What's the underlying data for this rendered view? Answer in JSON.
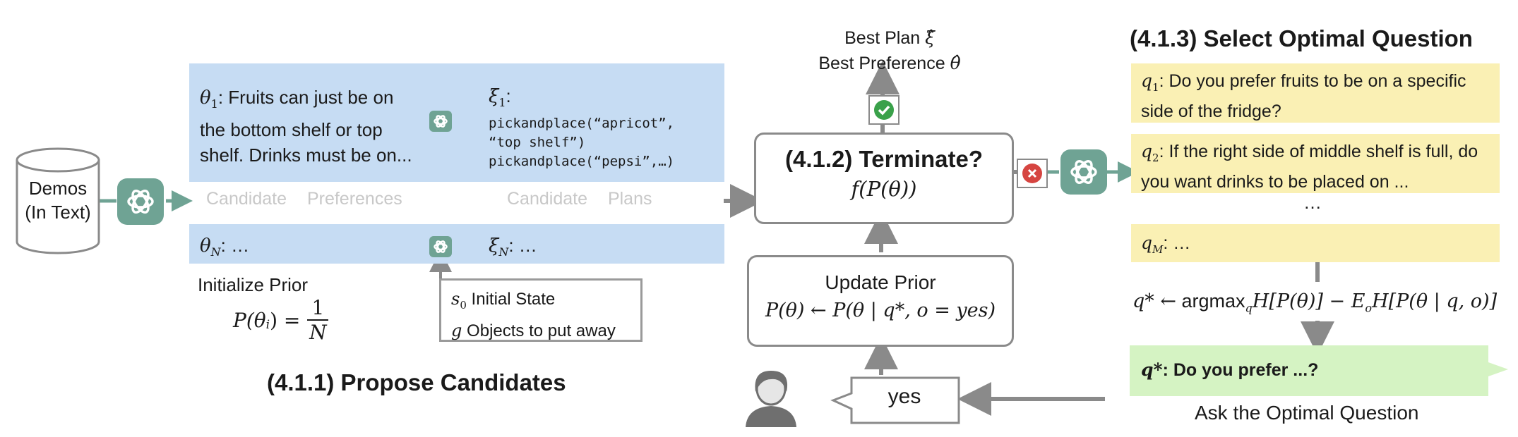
{
  "demos": {
    "line1": "Demos",
    "line2": "(In Text)"
  },
  "candidates": {
    "theta1_sym": "θ",
    "theta1_sub": "1",
    "theta1_text": ": Fruits can just be on the bottom shelf or top shelf. Drinks must be on...",
    "xi1_sym": "ξ",
    "xi1_sub": "1",
    "xi1_colon": ":",
    "code1": "pickandplace(“apricot”,",
    "code2": "“top shelf”)",
    "code3": "pickandplace(“pepsi”,…)",
    "label_candidate1": "Candidate",
    "label_preferences": "Preferences",
    "label_candidate2": "Candidate",
    "label_plans": "Plans",
    "thetaN_sym": "θ",
    "thetaN_sub": "N",
    "thetaN_text": ": …",
    "xiN_sym": "ξ",
    "xiN_sub": "N",
    "xiN_text": ": …",
    "init_prior": "Initialize Prior",
    "prior_lhs": "P(θ",
    "prior_lhs_sub": "i",
    "prior_lhs_end": ") =",
    "prior_num": "1",
    "prior_den": "N",
    "state_s": "s",
    "state_s_sub": "0",
    "state_s_text": "Initial State",
    "state_g": "g",
    "state_g_text": "Objects to put away",
    "section_title": "(4.1.1) Propose Candidates"
  },
  "terminate": {
    "best_plan": "Best Plan",
    "best_plan_sym": "ξ̂",
    "best_pref": "Best Preference",
    "best_pref_sym": "θ̂",
    "title": "(4.1.2) Terminate?",
    "formula": "f(P(θ))",
    "update_title": "Update Prior",
    "update_formula": "P(θ) ← P(θ | q*, o = yes)",
    "answer": "yes"
  },
  "select": {
    "title": "(4.1.3) Select Optimal Question",
    "q1_sym": "q",
    "q1_sub": "1",
    "q1_text": ": Do you prefer fruits to be on a specific side of the fridge?",
    "q2_sym": "q",
    "q2_sub": "2",
    "q2_text": ": If the right side of middle shelf is full, do you want drinks to be placed on ...",
    "ellipsis": "…",
    "qM_sym": "q",
    "qM_sub": "M",
    "qM_text": ": …",
    "argmax_lhs": "q* ←",
    "argmax_op": "argmax",
    "argmax_sub": "q",
    "argmax_rhs": "H[P(θ)] − E",
    "argmax_rhs_sub": "o",
    "argmax_rhs_end": "H[P(θ | q, o)]",
    "optimal_sym": "q*",
    "optimal_text": ": Do you prefer ...?",
    "ask_label": "Ask the Optimal Question"
  },
  "colors": {
    "blue": "#c6dcf3",
    "yellow": "#faf0b4",
    "green": "#d5f3c3",
    "teal": "#6fa394",
    "arrow": "#8a8a8a"
  }
}
